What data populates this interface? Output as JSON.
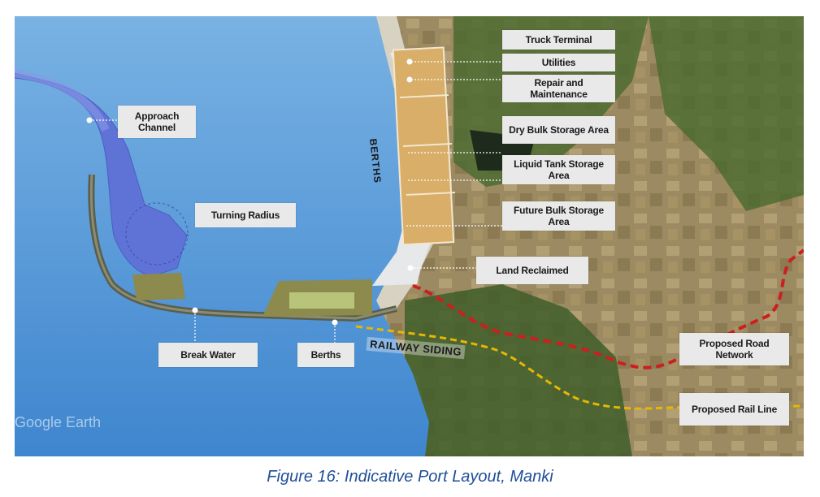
{
  "labels": {
    "truck_terminal": "Truck Terminal",
    "utilities": "Utilities",
    "repair_maintenance": "Repair and Maintenance",
    "dry_bulk": "Dry Bulk Storage Area",
    "liquid_tank": "Liquid Tank Storage Area",
    "future_bulk": "Future Bulk Storage Area",
    "land_reclaimed": "Land Reclaimed",
    "approach_channel": "Approach Channel",
    "turning_radius": "Turning Radius",
    "break_water": "Break Water",
    "berths_bottom": "Berths",
    "berths_vertical": "BERTHS",
    "railway_siding": "RAILWAY SIDING",
    "proposed_road": "Proposed Road Network",
    "proposed_rail": "Proposed Rail Line"
  },
  "watermark": "Google Earth",
  "caption": "Figure 16: Indicative Port Layout, Manki",
  "colors": {
    "sea": "#5b9bd8",
    "channel": "#5f73d6",
    "land_reclaimed": "#e6e8ea",
    "storage_yard": "#d9ae68",
    "road_network": "#cc1f1f",
    "rail_line": "#e6b800",
    "caption": "#1f4e99",
    "label_bg": "#e9e9e9"
  }
}
